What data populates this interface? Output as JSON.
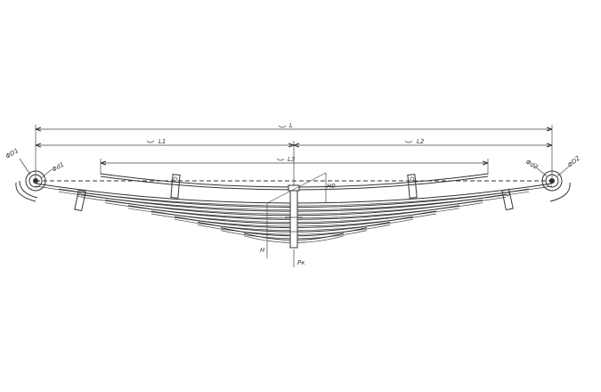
{
  "dimensions": {
    "overall_length": "L",
    "left_segment": "L1",
    "right_segment": "L2",
    "inner_length": "L3",
    "camber_height": "H",
    "center_offset": "H0",
    "load": "Pк"
  },
  "eyes": {
    "left_outer_dia": "ΦD1",
    "left_inner_dia": "Φd1",
    "right_inner_dia": "Φd2",
    "right_outer_dia": "ΦD2"
  },
  "leaf_count": 10
}
